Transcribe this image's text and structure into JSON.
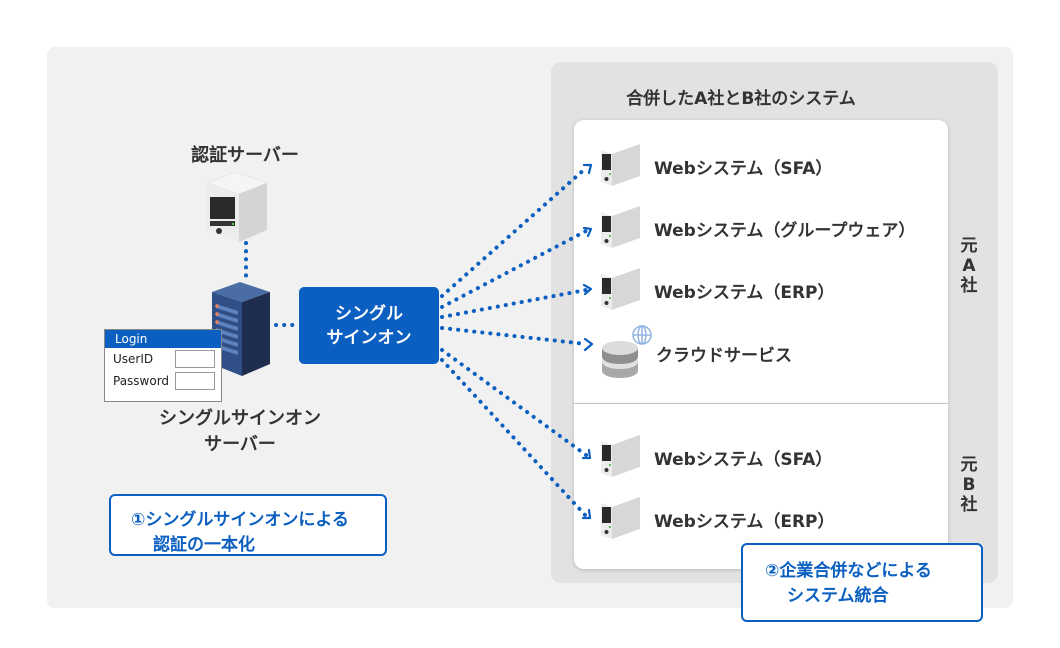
{
  "auth_server": {
    "label": "認証サーバー",
    "icon": "server-tower-icon"
  },
  "sso_server": {
    "label_line1": "シングルサインオン",
    "label_line2": "サーバー",
    "icon": "rack-server-icon"
  },
  "login_form": {
    "title": "Login",
    "fields": [
      {
        "label": "UserID",
        "value": ""
      },
      {
        "label": "Password",
        "value": ""
      }
    ]
  },
  "sso_box": {
    "line1": "シングル",
    "line2": "サインオン"
  },
  "note1": {
    "line1": "①シングルサインオンによる",
    "line2": "認証の一本化"
  },
  "note2": {
    "line1": "②企業合併などによる",
    "line2": "システム統合"
  },
  "merged_group": {
    "title": "合併したA社とB社のシステム"
  },
  "company_a": {
    "label": [
      "元",
      "A",
      "社"
    ],
    "systems": [
      {
        "label": "Webシステム（SFA）",
        "icon": "server-icon"
      },
      {
        "label": "Webシステム（グループウェア）",
        "icon": "server-icon"
      },
      {
        "label": "Webシステム（ERP）",
        "icon": "server-icon"
      },
      {
        "label": "クラウドサービス",
        "icon": "cloud-database-icon"
      }
    ]
  },
  "company_b": {
    "label": [
      "元",
      "B",
      "社"
    ],
    "systems": [
      {
        "label": "Webシステム（SFA）",
        "icon": "server-icon"
      },
      {
        "label": "Webシステム（ERP）",
        "icon": "server-icon"
      }
    ]
  },
  "colors": {
    "accent": "#0a5fc0",
    "background": "#f1f1f1",
    "group_bg": "#e2e2e2",
    "text": "#333333"
  }
}
